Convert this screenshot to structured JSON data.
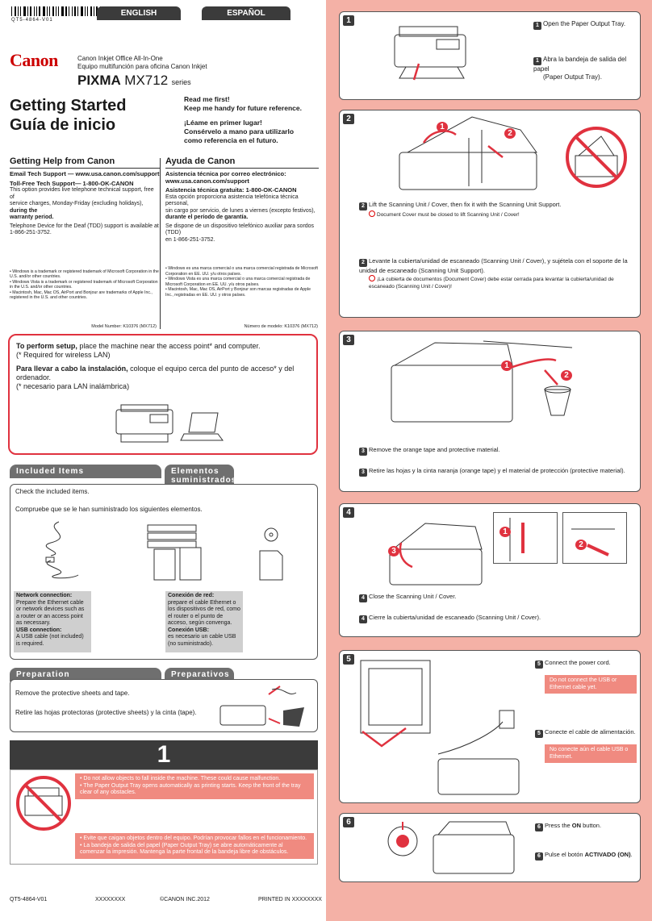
{
  "header": {
    "code": "QT5-4864-V01",
    "lang_en": "ENGLISH",
    "lang_es": "ESPAÑOL",
    "brand": "Canon",
    "product_line_en": "Canon Inkjet Office All-In-One",
    "product_line_es": "Equipo multifunción para oficina Canon Inkjet",
    "model_prefix": "PIXMA",
    "model": "MX712",
    "model_suffix": "series"
  },
  "intro": {
    "title_en": "Getting Started",
    "title_es": "Guía de inicio",
    "read_en_1": "Read me first!",
    "read_en_2": "Keep me handy for future reference.",
    "read_es_1": "¡Léame en primer lugar!",
    "read_es_2": "Consérvelo a mano para utilizarlo",
    "read_es_3": "como referencia en el futuro."
  },
  "help_en": {
    "title": "Getting Help from Canon",
    "email": "Email Tech Support — www.usa.canon.com/support",
    "tollfree": "Toll-Free Tech Support— 1-800-OK-CANON",
    "body_1": "This option provides live telephone technical support, free of",
    "body_2": "service charges, Monday-Friday (excluding holidays),",
    "body_2b": "during the",
    "body_3": "warranty period.",
    "tdd_1": "Telephone Device for the Deaf (TDD) support is available at",
    "tdd_2": "1-866-251-3752.",
    "tm_1": "• Windows is a trademark or registered trademark of Microsoft Corporation in the U.S. and/or other countries.",
    "tm_2": "• Windows Vista is a trademark or registered trademark of Microsoft Corporation in the U.S. and/or other countries.",
    "tm_3": "• Macintosh, Mac, Mac OS, AirPort and Bonjour are trademarks of Apple Inc., registered in the U.S. and other countries.",
    "model_number": "Model Number: K10376 (MX712)"
  },
  "help_es": {
    "title": "Ayuda de Canon",
    "email_1": "Asistencia técnica por correo electrónico:",
    "email_2": "www.usa.canon.com/support",
    "tollfree": "Asistencia técnica gratuita: 1-800-OK-CANON",
    "body_1": "Esta opción proporciona asistencia telefónica técnica personal,",
    "body_2": "sin cargo por servicio, de lunes a viernes (excepto festivos),",
    "body_3": "durante el período de garantía.",
    "tdd_1": "Se dispone de un dispositivo telefónico auxiliar para sordos (TDD)",
    "tdd_2": "en 1-866-251-3752.",
    "tm_1": "• Windows es una marca comercial o una marca comercial registrada de Microsoft Corporation en EE. UU. y/u otros países.",
    "tm_2": "• Windows Vista es una marca comercial o una marca comercial registrada de Microsoft Corporation en EE. UU. y/u otros países.",
    "tm_3": "• Macintosh, Mac, Mac OS, AirPort y Bonjour son marcas registradas de Apple Inc., registradas en EE. UU. y otros países.",
    "model_number": "Número de modelo: K10376 (MX712)"
  },
  "setup": {
    "en_bold": "To perform setup,",
    "en_rest": " place the machine near the access point* and computer.",
    "en_note": "(* Required for wireless LAN)",
    "es_bold": "Para llevar a cabo la instalación,",
    "es_rest": " coloque el equipo cerca del punto de acceso* y del ordenador.",
    "es_note": "(* necesario para LAN inalámbrica)"
  },
  "included": {
    "hdr_en": "Included Items",
    "hdr_es_1": "Elementos",
    "hdr_es_2": "suministrados",
    "check_en": "Check the included items.",
    "check_es": "Compruebe que se le han suministrado los siguientes elementos.",
    "net_en_title": "Network connection:",
    "net_en_body": "Prepare the Ethernet cable or network devices such as a router or an access point as necessary.",
    "usb_en_title": "USB connection:",
    "usb_en_body": "A USB cable (not included) is required.",
    "net_es_title": "Conexión de red:",
    "net_es_body": "prepare el cable Ethernet o los dispositivos de red, como el router o el punto de acceso, según convenga.",
    "usb_es_title": "Conexión USB:",
    "usb_es_body": "es necesario un cable USB (no suministrado)."
  },
  "preparation": {
    "hdr_en": "Preparation",
    "hdr_es": "Preparativos",
    "text_en": "Remove the protective sheets and tape.",
    "text_es": "Retire las hojas protectoras (protective sheets) y la cinta (tape)."
  },
  "step1_left": {
    "number": "1",
    "en_1": "Do not allow objects to fall inside the machine. These could cause malfunction.",
    "en_2": "The Paper Output Tray opens automatically as printing starts. Keep the front of the tray clear of any obstacles.",
    "es_1": "Evite que caigan objetos dentro del equipo. Podrían provocar fallos en el funcionamiento.",
    "es_2": "La bandeja de salida del papel (Paper Output Tray) se abre automáticamente al comenzar la impresión. Mantenga la parte frontal de la bandeja libre de obstáculos."
  },
  "footer": {
    "code": "QT5-4864-V01",
    "xx": "XXXXXXXX",
    "copyright": "©CANON INC.2012",
    "printed": "PRINTED IN XXXXXXXX"
  },
  "right": {
    "s1": {
      "num": "1",
      "sub": "1",
      "en": "Open the Paper Output Tray.",
      "es_1": "Abra la bandeja de salida del papel",
      "es_2": "(Paper Output Tray)."
    },
    "s2": {
      "num": "2",
      "sub": "2",
      "callout_1": "1",
      "callout_2": "2",
      "en": "Lift the Scanning Unit / Cover, then fix it with the Scanning Unit Support.",
      "en_note": "Document Cover must be closed to lift Scanning Unit / Cover!",
      "es": "Levante la cubierta/unidad de escaneado (Scanning Unit / Cover), y sujétela con el soporte de la unidad de escaneado (Scanning Unit Support).",
      "es_note": "¡La cubierta de documentos (Document Cover) debe estar cerrada para levantar la cubierta/unidad de escaneado (Scanning Unit / Cover)!"
    },
    "s3": {
      "num": "3",
      "sub": "3",
      "callout_1": "1",
      "callout_2": "2",
      "en": "Remove the orange tape and protective material.",
      "es": "Retire las hojas y la cinta naranja (orange tape) y el material de protección (protective material)."
    },
    "s4": {
      "num": "4",
      "sub": "4",
      "callout_1": "1",
      "callout_2": "2",
      "callout_3": "3",
      "en": "Close the Scanning Unit / Cover.",
      "es": "Cierre la cubierta/unidad de escaneado (Scanning Unit / Cover)."
    },
    "s5": {
      "num": "5",
      "sub": "5",
      "en": "Connect the power cord.",
      "en_note": "Do not connect the USB or Ethernet cable yet.",
      "es": "Conecte el cable de alimentación.",
      "es_note": "No conecte aún el cable USB o Ethernet."
    },
    "s6": {
      "num": "6",
      "sub": "6",
      "en_1": "Press the ",
      "en_bold": "ON",
      "en_2": " button.",
      "es_1": "Pulse el botón ",
      "es_bold": "ACTIVADO (ON)",
      "es_2": "."
    }
  },
  "colors": {
    "pink": "#f4b1a6",
    "red": "#e0323f",
    "note_red": "#f08a80",
    "dark": "#3a3a3a"
  }
}
